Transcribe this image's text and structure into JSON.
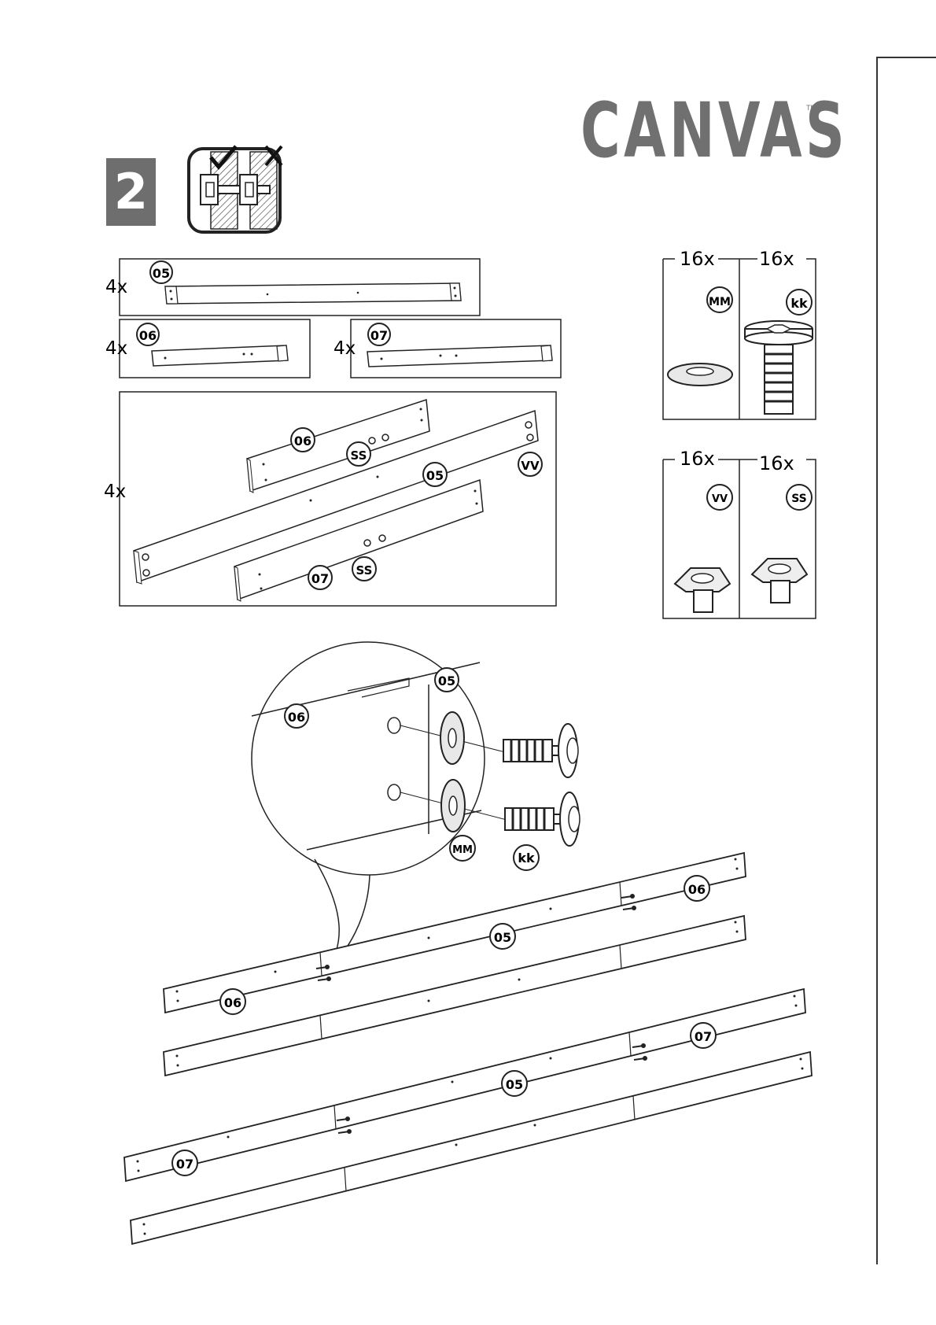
{
  "brand": {
    "name": "CANVAS",
    "mark": "TM/MC"
  },
  "step": {
    "number": "2"
  },
  "parts": {
    "p05": {
      "qty": "4x",
      "label": "05"
    },
    "p06": {
      "qty": "4x",
      "label": "06"
    },
    "p07": {
      "qty": "4x",
      "label": "07"
    }
  },
  "subassembly": {
    "qty": "4x",
    "labels": [
      "06",
      "SS",
      "05",
      "VV",
      "07",
      "SS"
    ]
  },
  "hardware": [
    {
      "qty": "16x",
      "code": "MM"
    },
    {
      "qty": "16x",
      "code": "kk"
    },
    {
      "qty": "16x",
      "code": "VV"
    },
    {
      "qty": "16x",
      "code": "SS"
    }
  ],
  "detail": {
    "labels": [
      "05",
      "06",
      "MM",
      "kk"
    ]
  },
  "assembly": {
    "labels": [
      "06",
      "05",
      "06",
      "07",
      "05",
      "07"
    ]
  }
}
